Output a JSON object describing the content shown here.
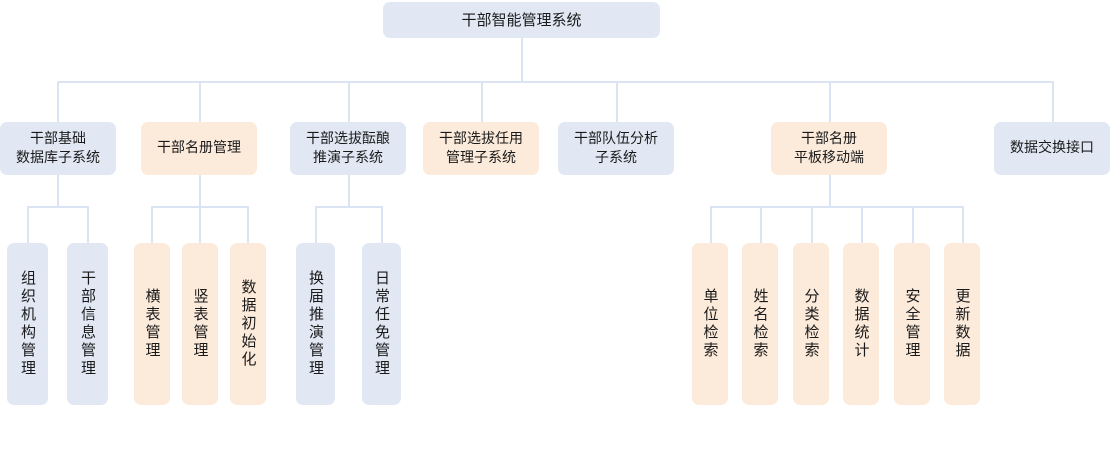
{
  "diagram": {
    "type": "org-chart",
    "title": "干部智能管理系统",
    "colors": {
      "node_blue": "#e1e8f4",
      "node_peach": "#fcebdb",
      "connector": "#dbe4f2",
      "background": "#ffffff",
      "text": "#1a1a1a"
    },
    "root": {
      "label": "干部智能管理系统",
      "style": "blue"
    },
    "level2": [
      {
        "label": "干部基础\n数据库子系统",
        "style": "blue"
      },
      {
        "label": "干部名册管理",
        "style": "peach"
      },
      {
        "label": "干部选拔酝酿\n推演子系统",
        "style": "blue"
      },
      {
        "label": "干部选拔任用\n管理子系统",
        "style": "peach"
      },
      {
        "label": "干部队伍分析\n子系统",
        "style": "blue"
      },
      {
        "label": "干部名册\n平板移动端",
        "style": "peach"
      },
      {
        "label": "数据交换接口",
        "style": "blue"
      }
    ],
    "leaves": {
      "group_db": [
        {
          "label": "组织机构管理",
          "style": "blue"
        },
        {
          "label": "干部信息管理",
          "style": "blue"
        }
      ],
      "group_roster": [
        {
          "label": "横表管理",
          "style": "peach"
        },
        {
          "label": "竖表管理",
          "style": "peach"
        },
        {
          "label": "数据初始化",
          "style": "peach"
        }
      ],
      "group_selection": [
        {
          "label": "换届推演管理",
          "style": "blue"
        },
        {
          "label": "日常任免管理",
          "style": "blue"
        }
      ],
      "group_mobile": [
        {
          "label": "单位检索",
          "style": "peach"
        },
        {
          "label": "姓名检索",
          "style": "peach"
        },
        {
          "label": "分类检索",
          "style": "peach"
        },
        {
          "label": "数据统计",
          "style": "peach"
        },
        {
          "label": "安全管理",
          "style": "peach"
        },
        {
          "label": "更新数据",
          "style": "peach"
        }
      ]
    }
  }
}
